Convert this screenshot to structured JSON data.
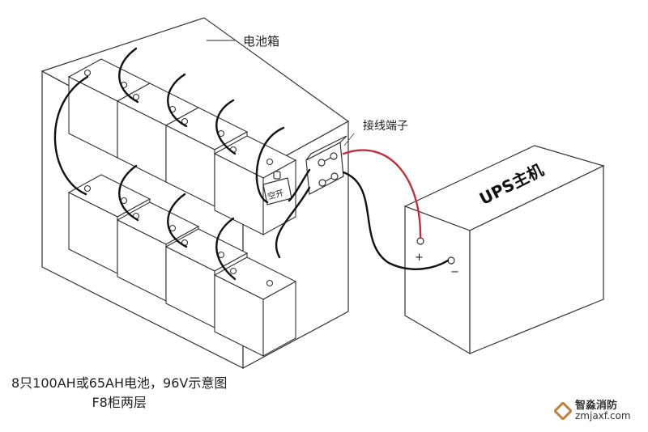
{
  "labels": {
    "battery_box": "电池箱",
    "terminal": "接线端子",
    "breaker": "空开",
    "ups": "UPS主机"
  },
  "caption": {
    "line1": "8只100AH或65AH电池，96V示意图",
    "line2": "F8柜两层"
  },
  "watermark": {
    "name": "智淼消防",
    "url": "zmjaxf.com"
  },
  "colors": {
    "line": "#222222",
    "positive_cable": "#c0303a",
    "cable": "#111111"
  },
  "battery_count": 8
}
